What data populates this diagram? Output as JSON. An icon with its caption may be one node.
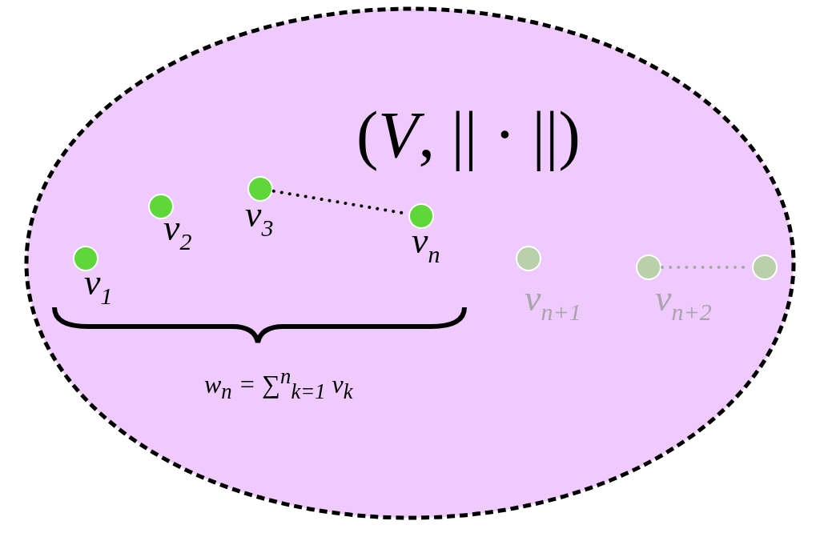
{
  "diagram": {
    "nodes": [
      {
        "text": [
          "(*V*, || · ||)"
        ]
      },
      {
        "text": [],
        "shape": "circle",
        "beside": [
          "v$_{1}$"
        ],
        "in": 0
      },
      {
        "text": [],
        "shape": "circle",
        "beside": [
          "v$_{2}$"
        ],
        "in": 0
      },
      {
        "text": [],
        "shape": "circle",
        "beside": [
          "v$_{3}$"
        ],
        "in": 0
      },
      {
        "text": [],
        "shape": "circle",
        "beside": [
          "v$_{n}$"
        ],
        "in": 0
      },
      {
        "text": [],
        "shape": "circle",
        "beside": [
          "v$_{n+1}$"
        ],
        "in": 0
      },
      {
        "text": [],
        "shape": "circle",
        "beside": [
          "v$_{n+2}$"
        ],
        "in": 0
      },
      {
        "text": [],
        "shape": "circle",
        "in": 0
      }
    ],
    "edges": [
      {
        "from": 3,
        "to": 4,
        "arrow": "none",
        "style": "dashed"
      },
      {
        "from": 6,
        "to": 7,
        "arrow": "none",
        "style": "dashed",
        "color": "#a8a8a8"
      }
    ],
    "labels": [
      "w$_{n}$ = ∑$^{n}$$_{k=1}$ v$_{k}$"
    ]
  }
}
